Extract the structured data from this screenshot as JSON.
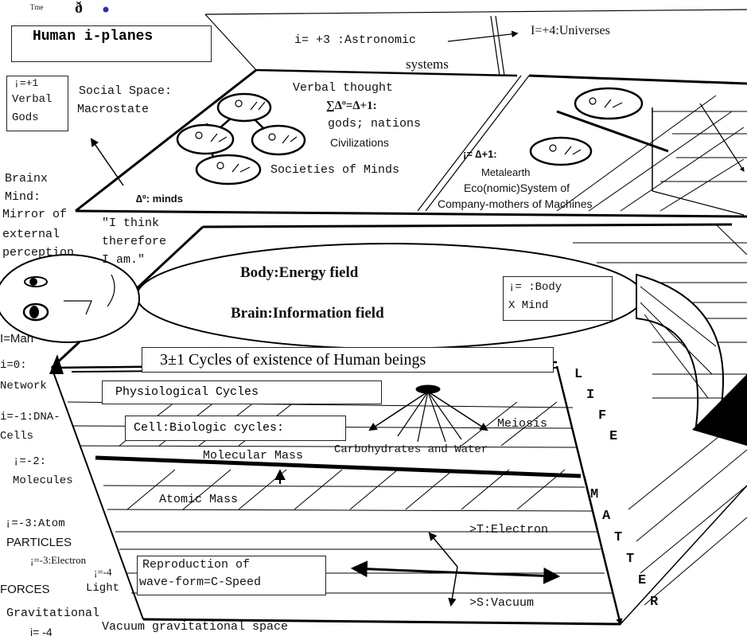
{
  "top": {
    "cut_text": "Tme",
    "cut_symbol": "ð"
  },
  "title_box": "Human i-planes",
  "left": {
    "verbal_i": "¡=+1",
    "verbal_1": "Verbal",
    "verbal_2": "Gods",
    "brain_1": "Brainx",
    "brain_2": "Mind:",
    "brain_3": "Mirror of",
    "brain_4": "external",
    "brain_5": "perception",
    "man": "I=Man",
    "network_1": "i=0:",
    "network_2": "Network",
    "dna_1": "i=-1:DNA-",
    "dna_2": "Cells",
    "mol_1": "¡=-2:",
    "mol_2": "Molecules",
    "atom": "¡=-3:Atom",
    "particles": "PARTICLES",
    "electron": "¡=-3:Electron",
    "light_1": "¡=-4",
    "light_2": "Light",
    "forces": "FORCES",
    "grav": "Gravitational",
    "i_m4": "i= -4"
  },
  "upper_plane": {
    "social_1": "Social Space:",
    "social_2": "Macrostate",
    "verbal_thought": "Verbal thought",
    "formula": "∑∆º=∆+1:",
    "gods_nations": "gods; nations",
    "civilizations": "Civilizations",
    "societies": "Societies of Minds",
    "minds": "∆º: minds",
    "astro": "i= +3 :Astronomic",
    "systems": "systems",
    "universes": "I=+4:Universes",
    "delta_plus": "¡= ∆+1:",
    "metal_1": "Metalearth",
    "metal_2": "Eco(nomic)System of",
    "metal_3": "Company-mothers of Machines"
  },
  "quote": {
    "l1": "\"I think",
    "l2": "therefore",
    "l3": "I am.\""
  },
  "body_brain": {
    "body": "Body:Energy field",
    "brain": "Brain:Information field",
    "bodymind_1": "¡= :Body",
    "bodymind_2": "X Mind"
  },
  "lower_block": {
    "cycles_banner": "3±1 Cycles of existence of Human beings",
    "physiological": "Physiological Cycles",
    "cell": "Cell:Biologic cycles:",
    "meiosis": "Meiosis",
    "molecular": "Molecular Mass",
    "carbo": "Carbohydrates and Water",
    "atomic": "Atomic Mass",
    "electron_t": ">T:Electron",
    "repro_1": "Reproduction of",
    "repro_2": "wave-form=C-Speed",
    "vacuum_s": ">S:Vacuum",
    "vacuum_space": "Vacuum gravitational space",
    "life": [
      "L",
      "I",
      "F",
      "E"
    ],
    "matter": [
      "M",
      "A",
      "T",
      "T",
      "E",
      "R"
    ]
  }
}
